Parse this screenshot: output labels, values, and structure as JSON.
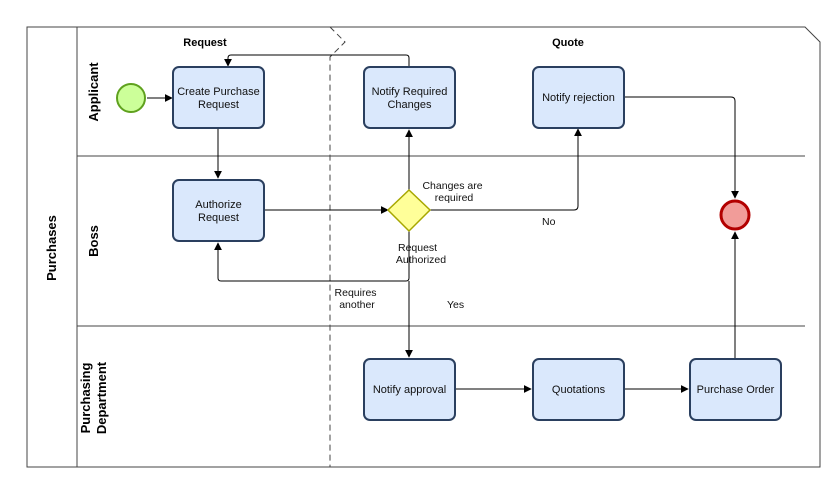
{
  "pool": {
    "label": "Purchases"
  },
  "lanes": [
    "Applicant",
    "Boss",
    "Purchasing",
    "Department"
  ],
  "phases": [
    "Request",
    "Quote"
  ],
  "tasks": {
    "create_request": [
      "Create Purchase",
      "Request"
    ],
    "notify_changes": [
      "Notify Required",
      "Changes"
    ],
    "notify_rejection": [
      "Notify rejection"
    ],
    "authorize": [
      "Authorize",
      "Request"
    ],
    "notify_approval": [
      "Notify approval"
    ],
    "quotations": [
      "Quotations"
    ],
    "purchase_order": [
      "Purchase Order"
    ]
  },
  "edge_labels": {
    "changes_required": [
      "Changes are",
      "required"
    ],
    "no": "No",
    "request_authorized": [
      "Request",
      "Authorized"
    ],
    "requires_another": [
      "Requires",
      "another"
    ],
    "yes": "Yes"
  },
  "colors": {
    "task_fill": "#dae8fc",
    "task_stroke": "#2a3f5f",
    "start_fill": "#ccff99",
    "start_stroke": "#5fa11e",
    "end_fill": "#f19c99",
    "end_stroke": "#b20000",
    "gateway_fill": "#ffff99",
    "gateway_stroke": "#a7a700"
  }
}
